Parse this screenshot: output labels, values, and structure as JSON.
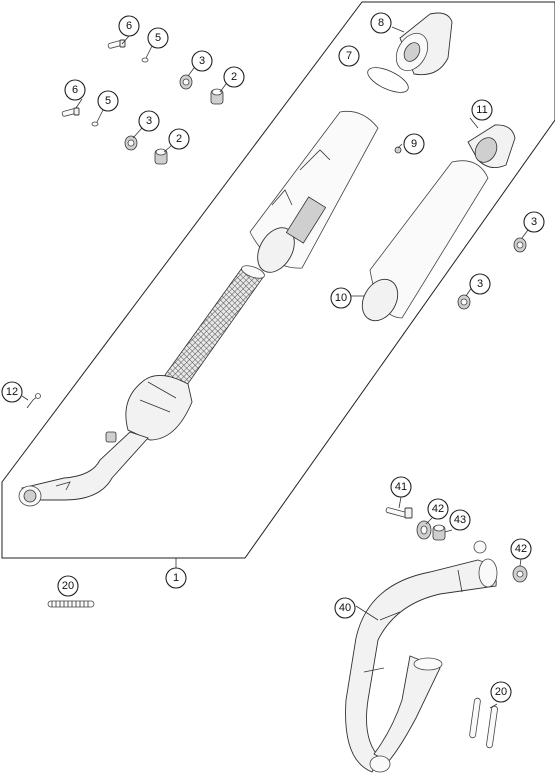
{
  "callouts": [
    {
      "id": "c6a",
      "label": "6"
    },
    {
      "id": "c5a",
      "label": "5"
    },
    {
      "id": "c3a",
      "label": "3"
    },
    {
      "id": "c2a",
      "label": "2"
    },
    {
      "id": "c6b",
      "label": "6"
    },
    {
      "id": "c5b",
      "label": "5"
    },
    {
      "id": "c3b",
      "label": "3"
    },
    {
      "id": "c2b",
      "label": "2"
    },
    {
      "id": "c8",
      "label": "8"
    },
    {
      "id": "c7",
      "label": "7"
    },
    {
      "id": "c9",
      "label": "9"
    },
    {
      "id": "c11",
      "label": "11"
    },
    {
      "id": "c3c",
      "label": "3"
    },
    {
      "id": "c3d",
      "label": "3"
    },
    {
      "id": "c10",
      "label": "10"
    },
    {
      "id": "c12",
      "label": "12"
    },
    {
      "id": "c1",
      "label": "1"
    },
    {
      "id": "c20a",
      "label": "20"
    },
    {
      "id": "c41",
      "label": "41"
    },
    {
      "id": "c42a",
      "label": "42"
    },
    {
      "id": "c43",
      "label": "43"
    },
    {
      "id": "c42b",
      "label": "42"
    },
    {
      "id": "c40",
      "label": "40"
    },
    {
      "id": "c20b",
      "label": "20"
    }
  ]
}
